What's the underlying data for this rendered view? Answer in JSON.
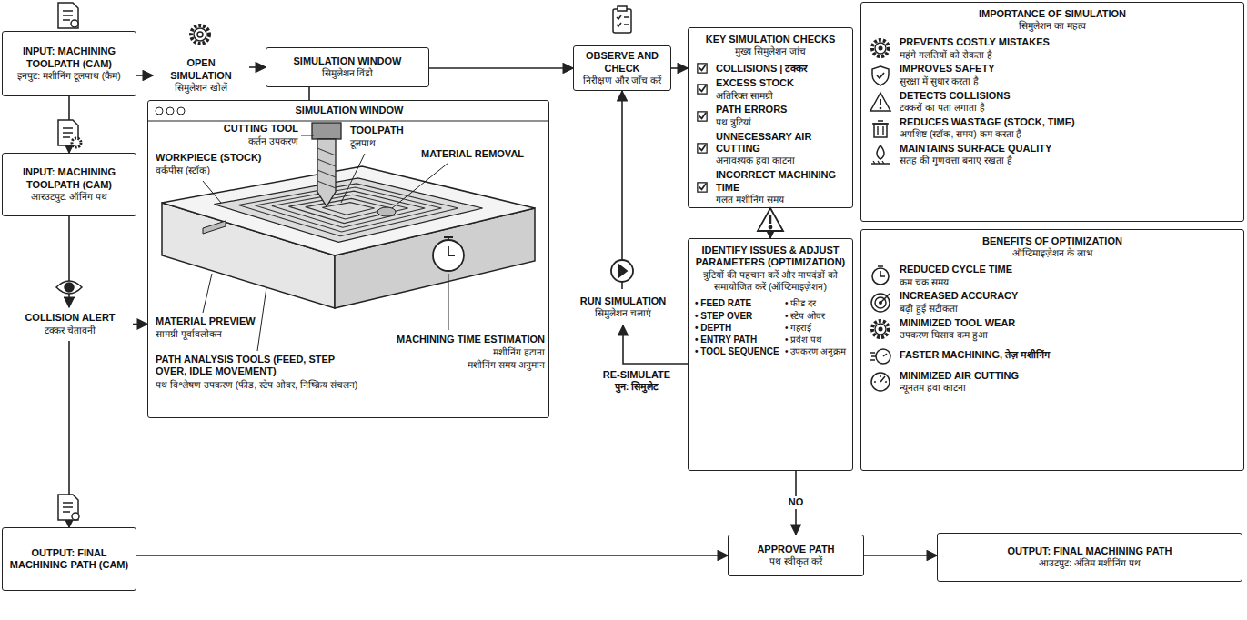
{
  "diagram": {
    "nodes": [
      {
        "text": [
          "INPUT: MACHINING TOOLPATH (CAM)",
          "इनपुट: मशीनिंग टूलपाथ (कैम)"
        ]
      },
      {
        "text": [
          "OPEN SIMULATION",
          "सिमुलेशन खोलें"
        ]
      },
      {
        "text": [
          "SIMULATION WINDOW",
          "सिमुलेशन विंडो"
        ]
      },
      {
        "text": [
          "OBSERVE AND CHECK",
          "निरीक्षण और जाँच करें"
        ]
      },
      {
        "text": [
          "KEY SIMULATION CHECKS",
          "मुख्य सिमुलेशन जांच",
          "COLLISIONS | टक्कर",
          "EXCESS STOCK",
          "अतिरिक्त सामग्री",
          "PATH ERRORS",
          "पथ त्रुटियां",
          "UNNECESSARY AIR CUTTING",
          "अनावश्यक हवा काटना",
          "INCORRECT MACHINING TIME",
          "गलत मशीनिंग समय"
        ]
      },
      {
        "text": [
          "IMPORTANCE OF SIMULATION",
          "सिमुलेशन का महत्व",
          "PREVENTS COSTLY MISTAKES",
          "महंगे गलतियों को रोकता है",
          "IMPROVES SAFETY",
          "सुरक्षा में सुधार करता है",
          "DETECTS COLLISIONS",
          "टक्करों का पता लगाता है",
          "REDUCES WASTAGE (STOCK, TIME)",
          "अपशिष्ट (स्टॉक, समय) कम करता है",
          "MAINTAINS SURFACE QUALITY",
          "सतह की गुणवत्ता बनाए रखता है"
        ]
      },
      {
        "text": [
          "INPUT: MACHINING TOOLPATH (CAM)",
          "आरउटपुट: ऑनिंग पथ"
        ]
      },
      {
        "text": [
          "SIMULATION WINDOW",
          "CUTTING TOOL",
          "कर्तन उपकरण",
          "TOOLPATH",
          "टूलपाथ",
          "MATERIAL REMOVAL",
          "WORKPIECE (STOCK)",
          "वर्कपीस (स्टॉक)",
          "MATERIAL PREVIEW",
          "सामग्री पूर्वावलोकन",
          "PATH ANALYSIS TOOLS (FEED, STEP OVER, IDLE MOVEMENT)",
          "पथ विश्लेषण उपकरण (फीड, स्टेप ओवर, निष्क्रिय संचलन)",
          "MACHINING TIME ESTIMATION",
          "मशीनिंग हटाना",
          "मशीनिंग समय अनुमान"
        ]
      },
      {
        "text": [
          "RUN SIMULATION",
          "सिमुलेशन चलाएं"
        ]
      },
      {
        "text": [
          "IDENTIFY ISSUES & ADJUST PARAMETERS (OPTIMIZATION)",
          "त्रुटियों की पहचान करें और मापदंडों को समायोजित करें (ऑप्टिमाइज़ेशन)",
          "• FEED RATE",
          "• STEP OVER",
          "• DEPTH",
          "• ENTRY PATH",
          "• TOOL SEQUENCE",
          "• फीड दर",
          "• स्टेप ओवर",
          "• गहराई",
          "• प्रवेश पथ",
          "• उपकरण अनुक्रम"
        ]
      },
      {
        "text": [
          "BENEFITS OF OPTIMIZATION",
          "ऑप्टिमाइज़ेशन के लाभ",
          "REDUCED CYCLE TIME",
          "कम चक्र समय",
          "INCREASED ACCURACY",
          "बढ़ी हुई सटीकता",
          "MINIMIZED TOOL WEAR",
          "उपकरण घिसाव कम हुआ",
          "FASTER MACHINING, तेज़ मशीनिंग",
          "MINIMIZED AIR CUTTING",
          "न्यूनतम हवा काटना"
        ]
      },
      {
        "text": [
          "COLLISION ALERT",
          "टक्कर चेतावनी"
        ]
      },
      {
        "text": [
          "OUTPUT: FINAL MACHINING PATH (CAM)"
        ]
      },
      {
        "text": [
          "APPROVE PATH",
          "पथ स्वीकृत करें"
        ]
      },
      {
        "text": [
          "OUTPUT: FINAL MACHINING PATH",
          "आउटपुट: अंतिम मशीनिंग पथ"
        ]
      }
    ],
    "edges": [
      {
        "from": 0,
        "to": 1,
        "arrow": "to"
      },
      {
        "from": 1,
        "to": 2,
        "arrow": "to"
      },
      {
        "from": 2,
        "to": 3,
        "arrow": "to"
      },
      {
        "from": 3,
        "to": 4,
        "arrow": "to"
      },
      {
        "from": 4,
        "to": 9,
        "arrow": "to"
      },
      {
        "from": 0,
        "to": 6,
        "arrow": "to"
      },
      {
        "from": 6,
        "to": 11,
        "arrow": "to"
      },
      {
        "from": 11,
        "to": 7,
        "arrow": "to"
      },
      {
        "from": 2,
        "to": 7,
        "arrow": "none"
      },
      {
        "from": 11,
        "to": 12,
        "arrow": "to"
      },
      {
        "from": 12,
        "to": 13,
        "arrow": "to"
      },
      {
        "from": 13,
        "to": 14,
        "arrow": "to"
      },
      {
        "from": 9,
        "to": 8,
        "label": "RE-SIMULATE पुन: सिमुलेट",
        "arrow": "to"
      },
      {
        "from": 8,
        "to": 3,
        "arrow": "to"
      },
      {
        "from": 9,
        "to": 13,
        "label": "NO",
        "arrow": "to"
      }
    ]
  }
}
